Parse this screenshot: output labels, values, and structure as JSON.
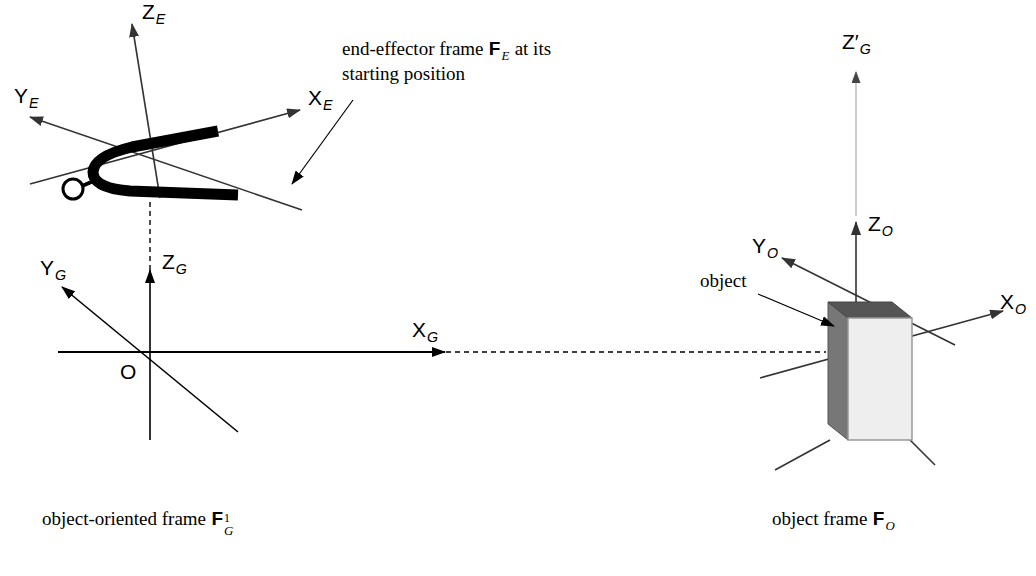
{
  "diagram": {
    "labels": [
      "Z",
      "E",
      "Y",
      "E",
      "X",
      "E",
      "end-effector frame",
      "F",
      "E",
      "at its starting position",
      "Z",
      "G",
      "Y",
      "G",
      "X",
      "G",
      "O",
      "object-oriented frame",
      "F",
      "G",
      "1",
      "Z′",
      "G",
      "object",
      "Z",
      "O",
      "Y",
      "O",
      "X",
      "O",
      "object frame",
      "F",
      "O"
    ]
  }
}
